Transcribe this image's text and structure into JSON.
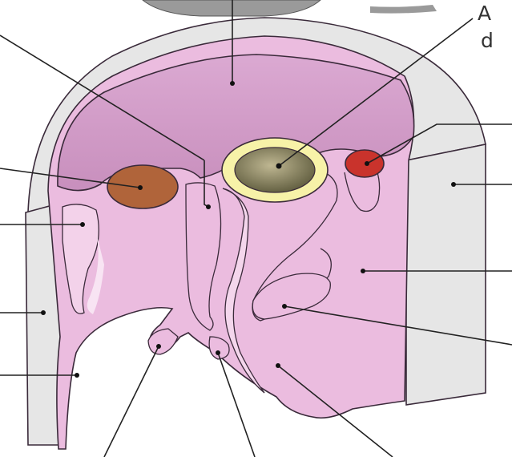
{
  "labels": {
    "top_right_line1": "A",
    "top_right_line2": "d"
  },
  "colors": {
    "background": "#ffffff",
    "outline": "#3a2a3a",
    "leader_line": "#222222",
    "bone_grey": "#e6e6e6",
    "cavity_pink": "#cf98c4",
    "tissue_pink": "#ebbcdf",
    "tissue_highlight": "#f6dcef",
    "brown_vessel": "#b0643a",
    "red_vessel": "#c9332c",
    "ring_yellow": "#f7f2a8",
    "dark_core": "#7f7a56"
  },
  "icons": [
    "leader-line",
    "label-dot"
  ]
}
